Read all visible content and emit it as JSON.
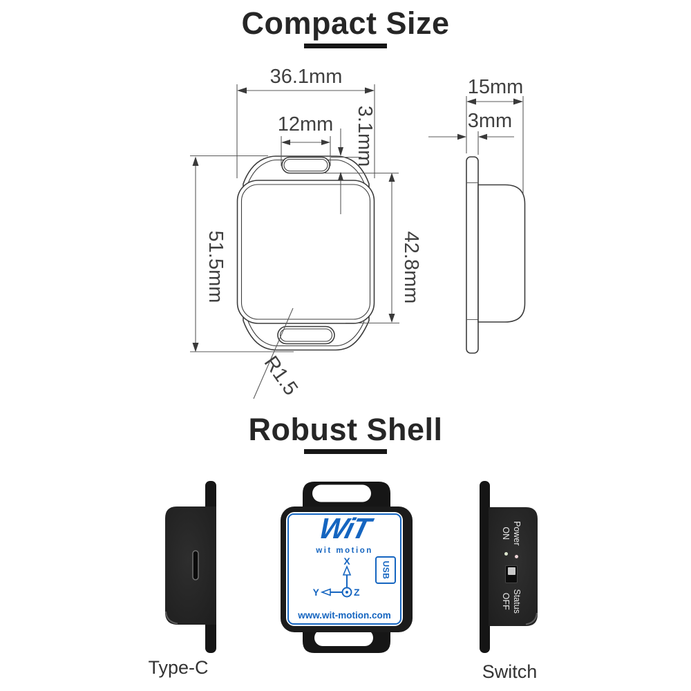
{
  "sections": {
    "compact": {
      "title": "Compact Size"
    },
    "robust": {
      "title": "Robust Shell"
    }
  },
  "front_view": {
    "width": "36.1mm",
    "slot_width": "12mm",
    "slot_height": "3.1mm",
    "overall_height": "51.5mm",
    "body_height": "42.8mm",
    "slot_radius": "R1.5"
  },
  "side_view": {
    "depth": "15mm",
    "plate_thickness": "3mm"
  },
  "photos": {
    "typec": {
      "caption": "Type-C"
    },
    "front": {
      "logo": "WiT",
      "logo_subtitle": "wit motion",
      "axis_x": "X",
      "axis_y": "Y",
      "axis_z": "Z",
      "usb_label": "USB",
      "website": "www.wit-motion.com"
    },
    "switch": {
      "caption": "Switch",
      "power_label": "Power",
      "on_label": "ON",
      "status_label": "Status",
      "off_label": "OFF"
    }
  },
  "colors": {
    "brand_blue": "#1565c0",
    "shell_black": "#1b1b1b",
    "line_gray": "#4a4a4a",
    "text_dark": "#333333"
  }
}
